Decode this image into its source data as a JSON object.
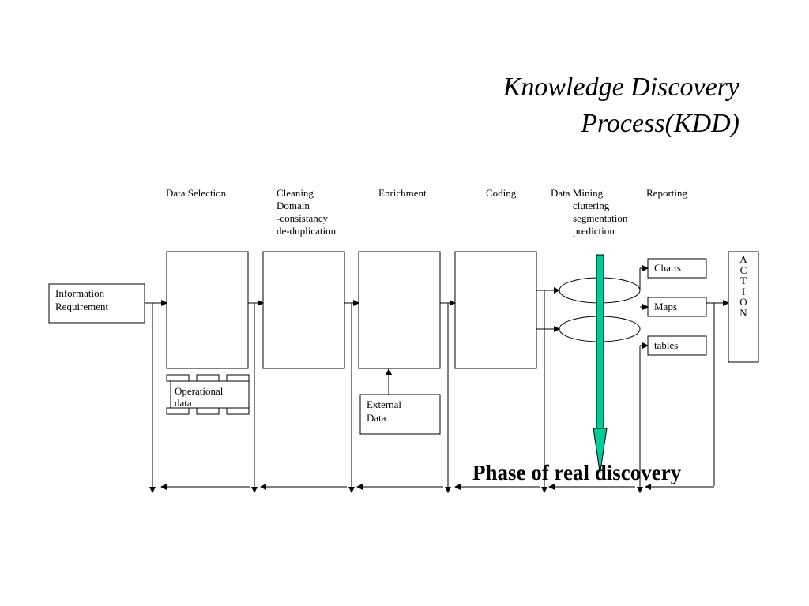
{
  "title": {
    "line1": "Knowledge Discovery",
    "line2": "Process(KDD)"
  },
  "stages": {
    "data_selection": "Data Selection",
    "cleaning": [
      "Cleaning",
      "Domain",
      "-consistancy",
      "de-duplication"
    ],
    "enrichment": "Enrichment",
    "coding": "Coding",
    "data_mining": [
      "Data Mining",
      "clutering",
      "segmentation",
      "prediction"
    ],
    "reporting": "Reporting"
  },
  "boxes": {
    "information_requirement": [
      "Information",
      "Requirement"
    ],
    "operational_data": [
      "Operational",
      "data"
    ],
    "external_data": [
      "External",
      "Data"
    ]
  },
  "outputs": {
    "charts": "Charts",
    "maps": "Maps",
    "tables": "tables"
  },
  "action_letters": [
    "A",
    "C",
    "T",
    "I",
    "O",
    "N"
  ],
  "annotation": "Phase of real discovery",
  "colors": {
    "discovery_arrow": "#00cc99",
    "line": "#000000"
  }
}
